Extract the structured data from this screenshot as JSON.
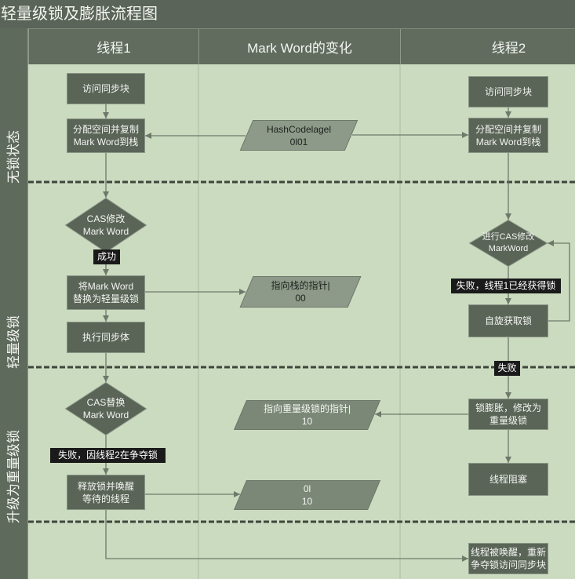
{
  "title": "轻量级锁及膨胀流程图",
  "lanes": [
    "线程1",
    "Mark Word的变化",
    "线程2"
  ],
  "phases": [
    "无锁状态",
    "轻量级锁",
    "升级为重量级锁"
  ],
  "thread1": {
    "access_sync": "访问同步块",
    "copy_mark_word": [
      "分配空间并复制",
      "Mark Word到栈"
    ],
    "cas_modify": [
      "CAS修改",
      "Mark Word"
    ],
    "cas_success": "成功",
    "replace_with_lightweight": [
      "将Mark Word",
      "替换为轻量级锁"
    ],
    "execute_sync_body": "执行同步体",
    "cas_replace": [
      "CAS替换",
      "Mark Word"
    ],
    "cas_fail": "失败，因线程2在争夺锁",
    "release_and_wake": [
      "释放锁并唤醒",
      "等待的线程"
    ]
  },
  "mark_word": {
    "unlocked": [
      "HashCodelagel",
      "0l01"
    ],
    "lightweight": [
      "指向栈的指针|",
      "00"
    ],
    "heavyweight": [
      "指向重量级锁的指针|",
      "10"
    ],
    "released": [
      "0l",
      "10"
    ]
  },
  "thread2": {
    "access_sync": "访问同步块",
    "copy_mark_word": [
      "分配空间并复制",
      "Mark Word到栈"
    ],
    "cas_modify": [
      "进行CAS修改",
      "MarkWord"
    ],
    "cas_fail": "失败，线程1已经获得锁",
    "spin_acquire": "自旋获取锁",
    "spin_fail": "失败",
    "inflate": [
      "锁膨胀，修改为",
      "重量级锁"
    ],
    "blocked": "线程阻塞",
    "woken": [
      "线程被唤醒，重新",
      "争夺锁访问同步块"
    ]
  },
  "colors": {
    "title_bar": "#5a6458",
    "header": "#616c5f",
    "phase_stripe": "#5e6a5b",
    "lane_background": "#cbdbbf",
    "node": "#5a6457",
    "data_node": "#8d9a89",
    "data_node_dark": "#7b8877",
    "label": "#1a1a1a",
    "connector": "#6d796a",
    "phase_separator": "#3e463c",
    "text_light": "#f3f5f1",
    "text_dark": "#1d211c"
  }
}
